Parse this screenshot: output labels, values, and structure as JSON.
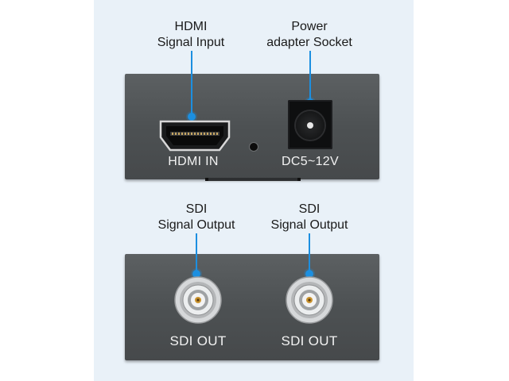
{
  "top_panel": {
    "callouts": {
      "hdmi_line1": "HDMI",
      "hdmi_line2": "Signal Input",
      "power_line1": "Power",
      "power_line2": "adapter Socket"
    },
    "labels": {
      "hdmi_in": "HDMI IN",
      "dc": "DC5~12V"
    }
  },
  "bottom_panel": {
    "callouts": {
      "sdi1_line1": "SDI",
      "sdi1_line2": "Signal Output",
      "sdi2_line1": "SDI",
      "sdi2_line2": "Signal Output"
    },
    "labels": {
      "sdi_out_1": "SDI OUT",
      "sdi_out_2": "SDI OUT"
    }
  },
  "colors": {
    "accent": "#1c8fe0",
    "panel": "#4f5355",
    "background": "#e9f1f8"
  }
}
